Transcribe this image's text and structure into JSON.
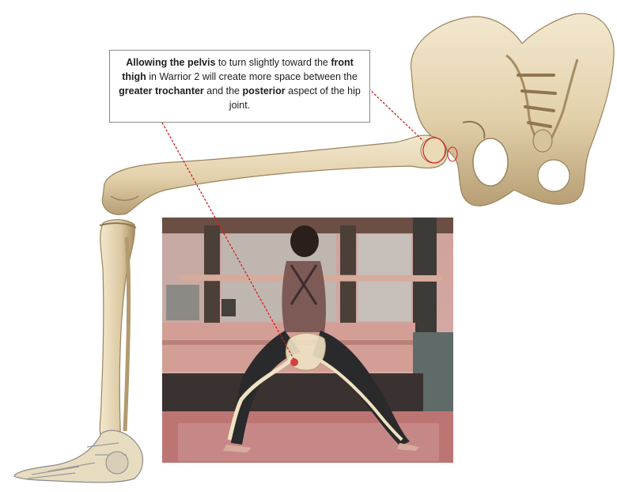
{
  "callout": {
    "text_parts": [
      {
        "t": "Allowing the ",
        "bold": true
      },
      {
        "t": "pelvis",
        "bold": true
      },
      {
        "t": " to turn slightly toward the ",
        "bold": false
      },
      {
        "t": "front thigh",
        "bold": true
      },
      {
        "t": " in Warrior 2 will create more space between the ",
        "bold": false
      },
      {
        "t": "greater trochanter",
        "bold": true
      },
      {
        "t": " and the ",
        "bold": false
      },
      {
        "t": "posterior",
        "bold": true
      },
      {
        "t": " aspect of the hip joint.",
        "bold": false
      }
    ]
  },
  "colors": {
    "bone": "#e8d9b8",
    "bone_shadow": "#b9a27a",
    "bone_dark": "#8c7452",
    "leader_line": "#d42020",
    "photo_floor": "#b86a6a",
    "photo_wall": "#d7a7a2"
  },
  "figure": {
    "illustration": "skeletal-leg-and-pelvis",
    "photo": "person-in-warrior-2-pose"
  }
}
